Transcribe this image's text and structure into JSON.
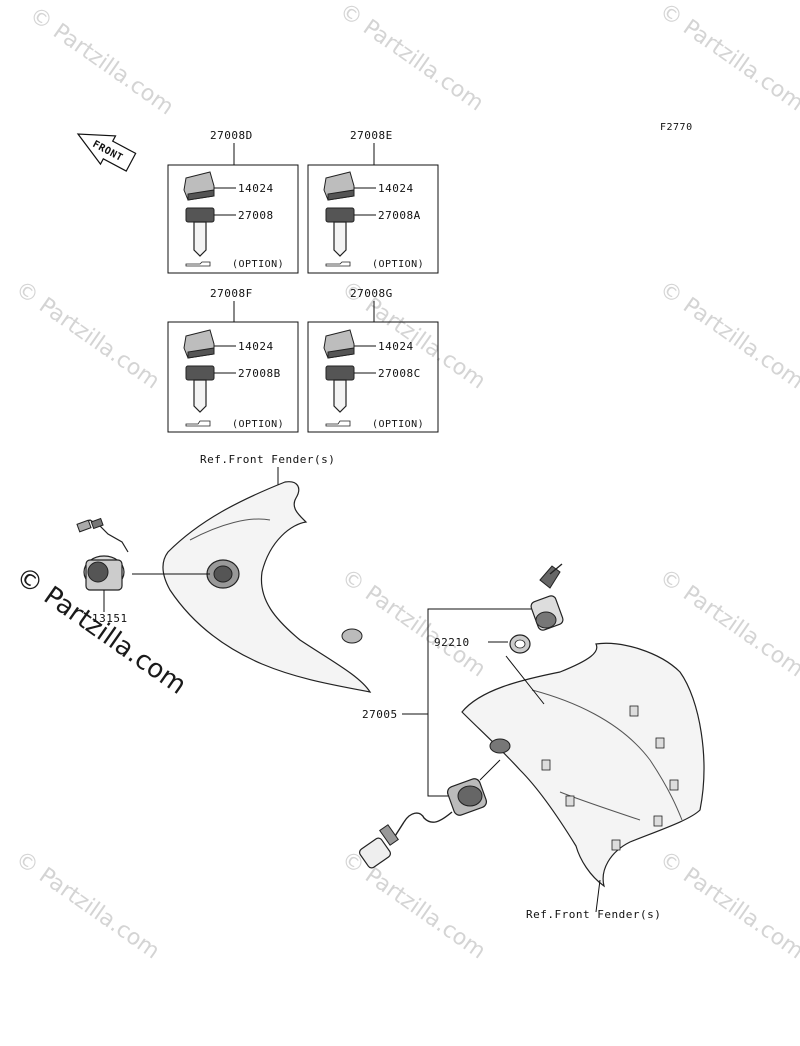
{
  "figure_code": "F2770",
  "front_label": "FRONT",
  "watermark": "© Partzilla.com",
  "kit_boxes": [
    {
      "kit": "27008D",
      "cover": "14024",
      "key": "27008",
      "option": "(OPTION)"
    },
    {
      "kit": "27008E",
      "cover": "14024",
      "key": "27008A",
      "option": "(OPTION)"
    },
    {
      "kit": "27008F",
      "cover": "14024",
      "key": "27008B",
      "option": "(OPTION)"
    },
    {
      "kit": "27008G",
      "cover": "14024",
      "key": "27008C",
      "option": "(OPTION)"
    }
  ],
  "callouts": {
    "ref_front_fender_top": "Ref.Front Fender(s)",
    "ref_front_fender_bottom": "Ref.Front Fender(s)",
    "socket": "13151",
    "washer": "92210",
    "switch_assy": "27005"
  }
}
